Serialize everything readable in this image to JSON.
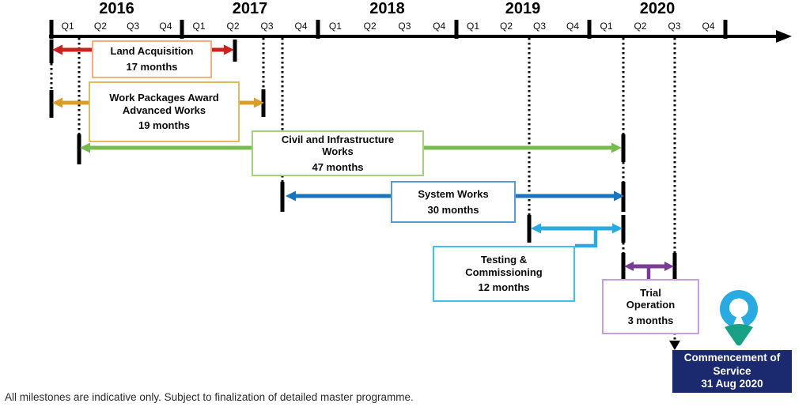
{
  "timeline": {
    "years": [
      {
        "label": "2016",
        "quarters": [
          "Q1",
          "Q2",
          "Q3",
          "Q4"
        ]
      },
      {
        "label": "2017",
        "quarters": [
          "Q1",
          "Q2",
          "Q3",
          "Q4"
        ]
      },
      {
        "label": "2018",
        "quarters": [
          "Q1",
          "Q2",
          "Q3",
          "Q4"
        ]
      },
      {
        "label": "2019",
        "quarters": [
          "Q1",
          "Q2",
          "Q3",
          "Q4"
        ]
      },
      {
        "label": "2020",
        "quarters": [
          "Q1",
          "Q2",
          "Q3",
          "Q4"
        ]
      }
    ]
  },
  "phases": [
    {
      "name": "land-acquisition",
      "lines": [
        "Land Acquisition",
        "17 months"
      ],
      "arrow_color": "#C8231E",
      "border_color": "#F2AE84"
    },
    {
      "name": "work-packages-award",
      "lines": [
        "Work Packages Award",
        "Advanced Works",
        "19 months"
      ],
      "arrow_color": "#D79E2B",
      "border_color": "#E0BC5D"
    },
    {
      "name": "civil-infrastructure-works",
      "lines": [
        "Civil and Infrastructure",
        "Works",
        "47 months"
      ],
      "arrow_color": "#78BB4E",
      "border_color": "#A5CE87"
    },
    {
      "name": "system-works",
      "lines": [
        "System Works",
        "30 months"
      ],
      "arrow_color": "#1B75BB",
      "border_color": "#5B9BD5"
    },
    {
      "name": "testing-commissioning",
      "lines": [
        "Testing &",
        "Commissioning",
        "12 months"
      ],
      "arrow_color": "#29ABE2",
      "border_color": "#3FC1F0"
    },
    {
      "name": "trial-operation",
      "lines": [
        "Trial",
        "Operation",
        "3 months"
      ],
      "arrow_color": "#7A3B96",
      "border_color": "#C79FDC"
    }
  ],
  "milestone": {
    "lines": [
      "Commencement of",
      "Service",
      "31 Aug 2020"
    ],
    "bg_color": "#1B2A6E",
    "text_color": "#FFFFFF",
    "icon": "map-pin-icon",
    "icon_colors": {
      "ring": "#29ABE2",
      "cone": "#19A185"
    }
  },
  "footer": "All milestones are indicative only. Subject to finalization of detailed master programme."
}
